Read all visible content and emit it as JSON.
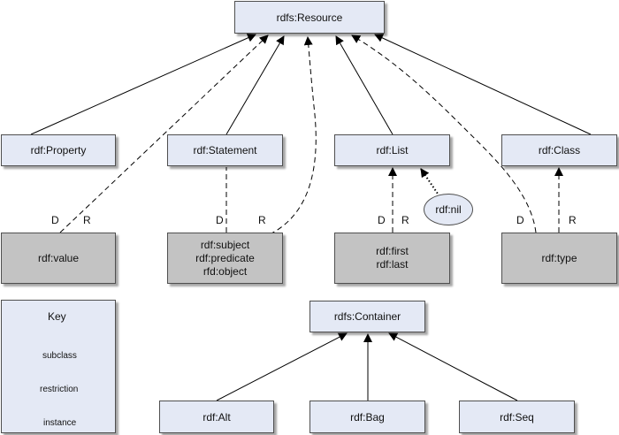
{
  "nodes": {
    "resource": "rdfs:Resource",
    "property": "rdf:Property",
    "statement": "rdf:Statement",
    "list": "rdf:List",
    "class": "rdf:Class",
    "value": "rdf:value",
    "subject": "rdf:subject",
    "predicate": "rdf:predicate",
    "object": "rfd:object",
    "first": "rdf:first",
    "last": "rdf:last",
    "type": "rdf:type",
    "nil": "rdf:nil",
    "container": "rdfs:Container",
    "alt": "rdf:Alt",
    "bag": "rdf:Bag",
    "seq": "rdf:Seq"
  },
  "edge_labels": {
    "domain": "D",
    "range": "R"
  },
  "key": {
    "title": "Key",
    "subclass": "subclass",
    "restriction": "restriction",
    "instance": "instance"
  },
  "colors": {
    "class_fill": "#e4e9f5",
    "property_fill": "#c3c3c3",
    "line": "#000000"
  }
}
